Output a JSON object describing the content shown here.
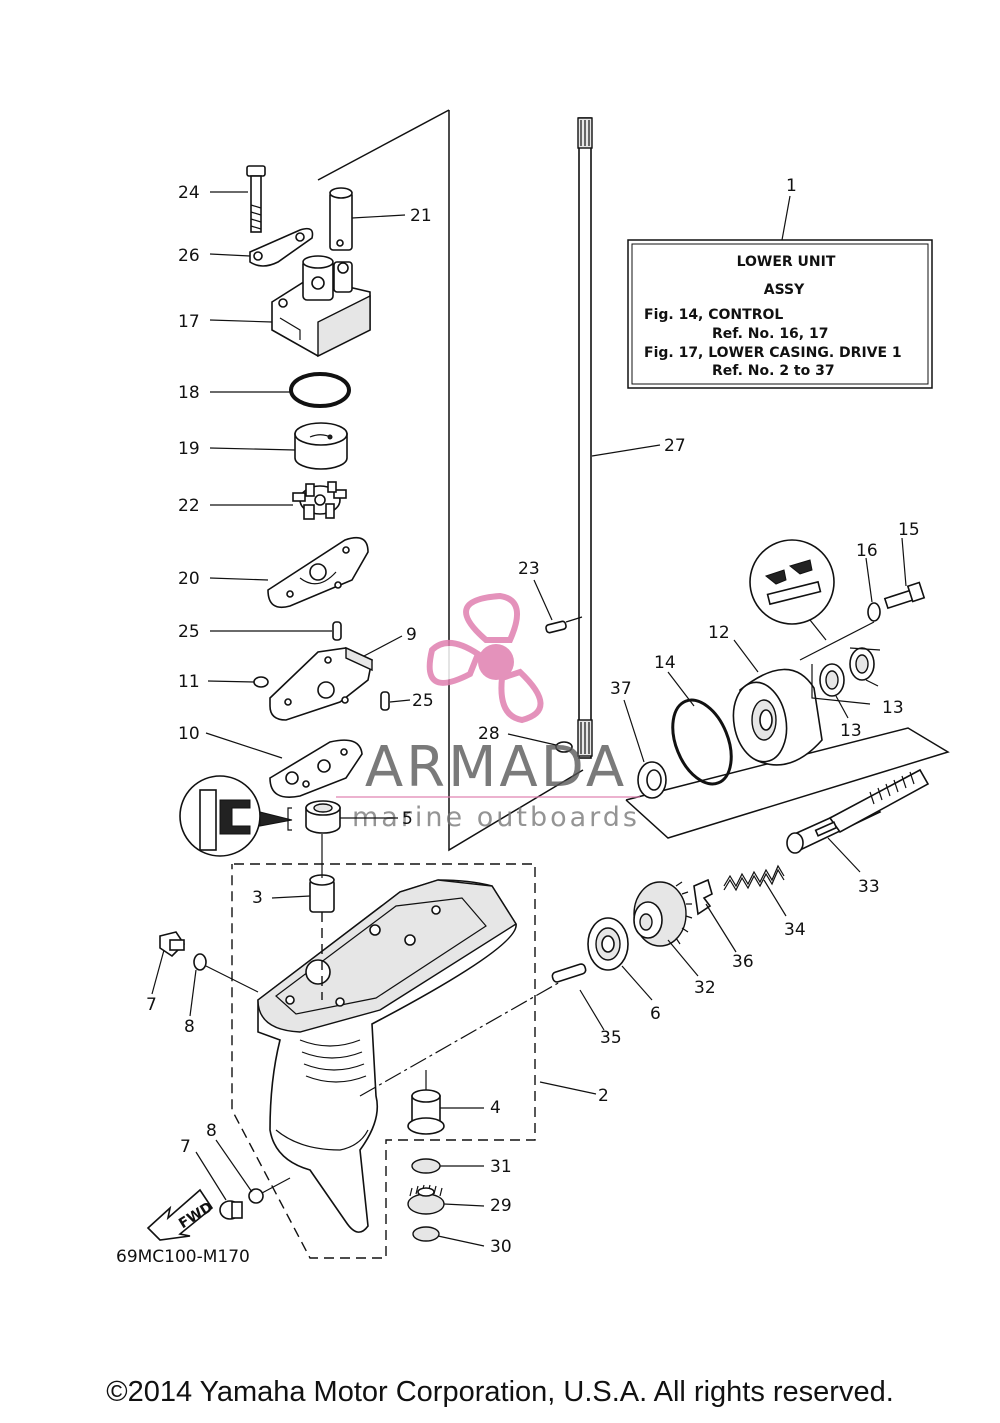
{
  "diagram_code": "69MC100-M170",
  "copyright": "©2014 Yamaha Motor Corporation, U.S.A. All rights reserved.",
  "fwd_label": "FWD",
  "watermark": {
    "name": "ARMADA",
    "tagline": "marine outboards",
    "color": "#e07fb0"
  },
  "info_box": {
    "title_line1": "LOWER UNIT",
    "title_line2": "ASSY",
    "ref1": "Fig. 14, CONTROL",
    "ref1_nums": "Ref. No. 16, 17",
    "ref2": "Fig. 17, LOWER CASING. DRIVE 1",
    "ref2_nums": "Ref. No. 2 to 37"
  },
  "parts": [
    {
      "id": "p1",
      "number": "1"
    },
    {
      "id": "p24",
      "number": "24"
    },
    {
      "id": "p21",
      "number": "21"
    },
    {
      "id": "p26",
      "number": "26"
    },
    {
      "id": "p17",
      "number": "17"
    },
    {
      "id": "p18",
      "number": "18"
    },
    {
      "id": "p19",
      "number": "19"
    },
    {
      "id": "p27",
      "number": "27"
    },
    {
      "id": "p22",
      "number": "22"
    },
    {
      "id": "p15",
      "number": "15"
    },
    {
      "id": "p16",
      "number": "16"
    },
    {
      "id": "p20",
      "number": "20"
    },
    {
      "id": "p23",
      "number": "23"
    },
    {
      "id": "p12",
      "number": "12"
    },
    {
      "id": "p25a",
      "number": "25"
    },
    {
      "id": "p9",
      "number": "9"
    },
    {
      "id": "p14",
      "number": "14"
    },
    {
      "id": "p11",
      "number": "11"
    },
    {
      "id": "p37",
      "number": "37"
    },
    {
      "id": "p25b",
      "number": "25"
    },
    {
      "id": "p13a",
      "number": "13"
    },
    {
      "id": "p13b",
      "number": "13"
    },
    {
      "id": "p10",
      "number": "10"
    },
    {
      "id": "p28",
      "number": "28"
    },
    {
      "id": "p5",
      "number": "5"
    },
    {
      "id": "p33",
      "number": "33"
    },
    {
      "id": "p3",
      "number": "3"
    },
    {
      "id": "p34",
      "number": "34"
    },
    {
      "id": "p36",
      "number": "36"
    },
    {
      "id": "p7a",
      "number": "7"
    },
    {
      "id": "p8a",
      "number": "8"
    },
    {
      "id": "p32",
      "number": "32"
    },
    {
      "id": "p6",
      "number": "6"
    },
    {
      "id": "p35",
      "number": "35"
    },
    {
      "id": "p2",
      "number": "2"
    },
    {
      "id": "p4",
      "number": "4"
    },
    {
      "id": "p8b",
      "number": "8"
    },
    {
      "id": "p7b",
      "number": "7"
    },
    {
      "id": "p31",
      "number": "31"
    },
    {
      "id": "p29",
      "number": "29"
    },
    {
      "id": "p30",
      "number": "30"
    }
  ]
}
